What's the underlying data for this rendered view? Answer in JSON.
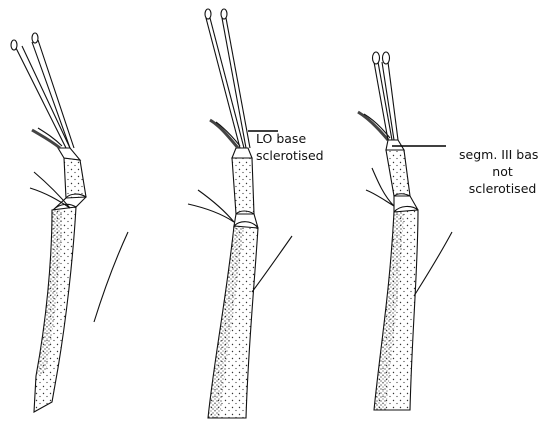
{
  "labels": {
    "lo_base": {
      "line1": "LO base",
      "line2": "sclerotised"
    },
    "segment_base": {
      "line1": "segm. III base",
      "line2": "not",
      "line3": "sclerotised"
    }
  },
  "colors": {
    "ink": "#111111",
    "background": "#ffffff"
  }
}
